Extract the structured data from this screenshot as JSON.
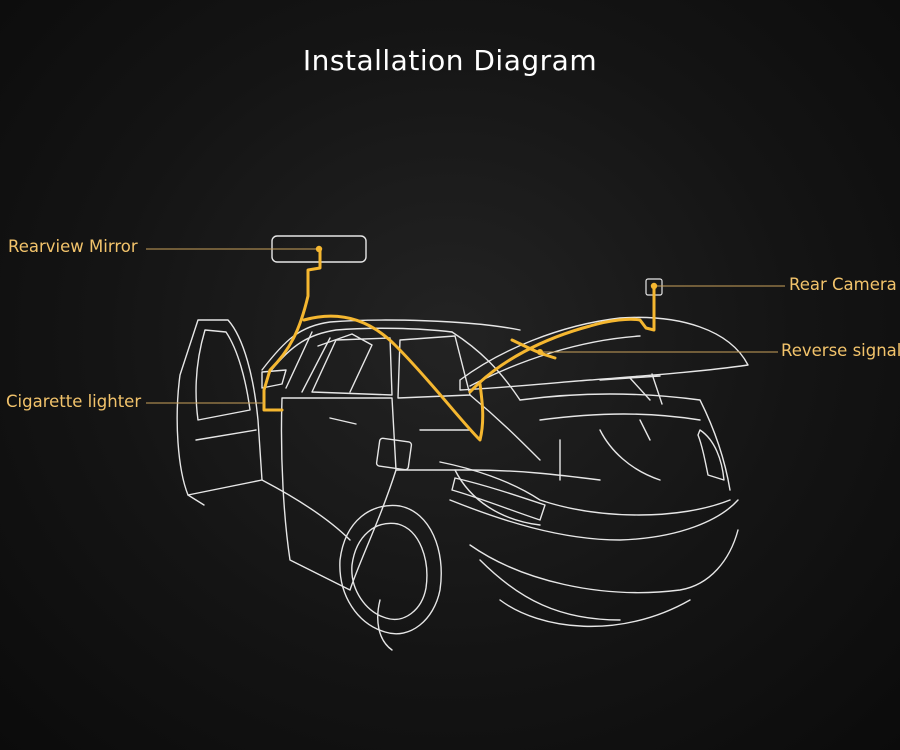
{
  "title": "Installation Diagram",
  "labels": {
    "rearview_mirror": "Rearview Mirror",
    "cigarette_lighter": "Cigarette lighter",
    "rear_camera": "Rear Camera",
    "reverse_signal": "Reverse signal"
  },
  "colors": {
    "background": "#141414",
    "outline": "#e8e8e8",
    "wire": "#f5b730",
    "label": "#f2c36b"
  }
}
